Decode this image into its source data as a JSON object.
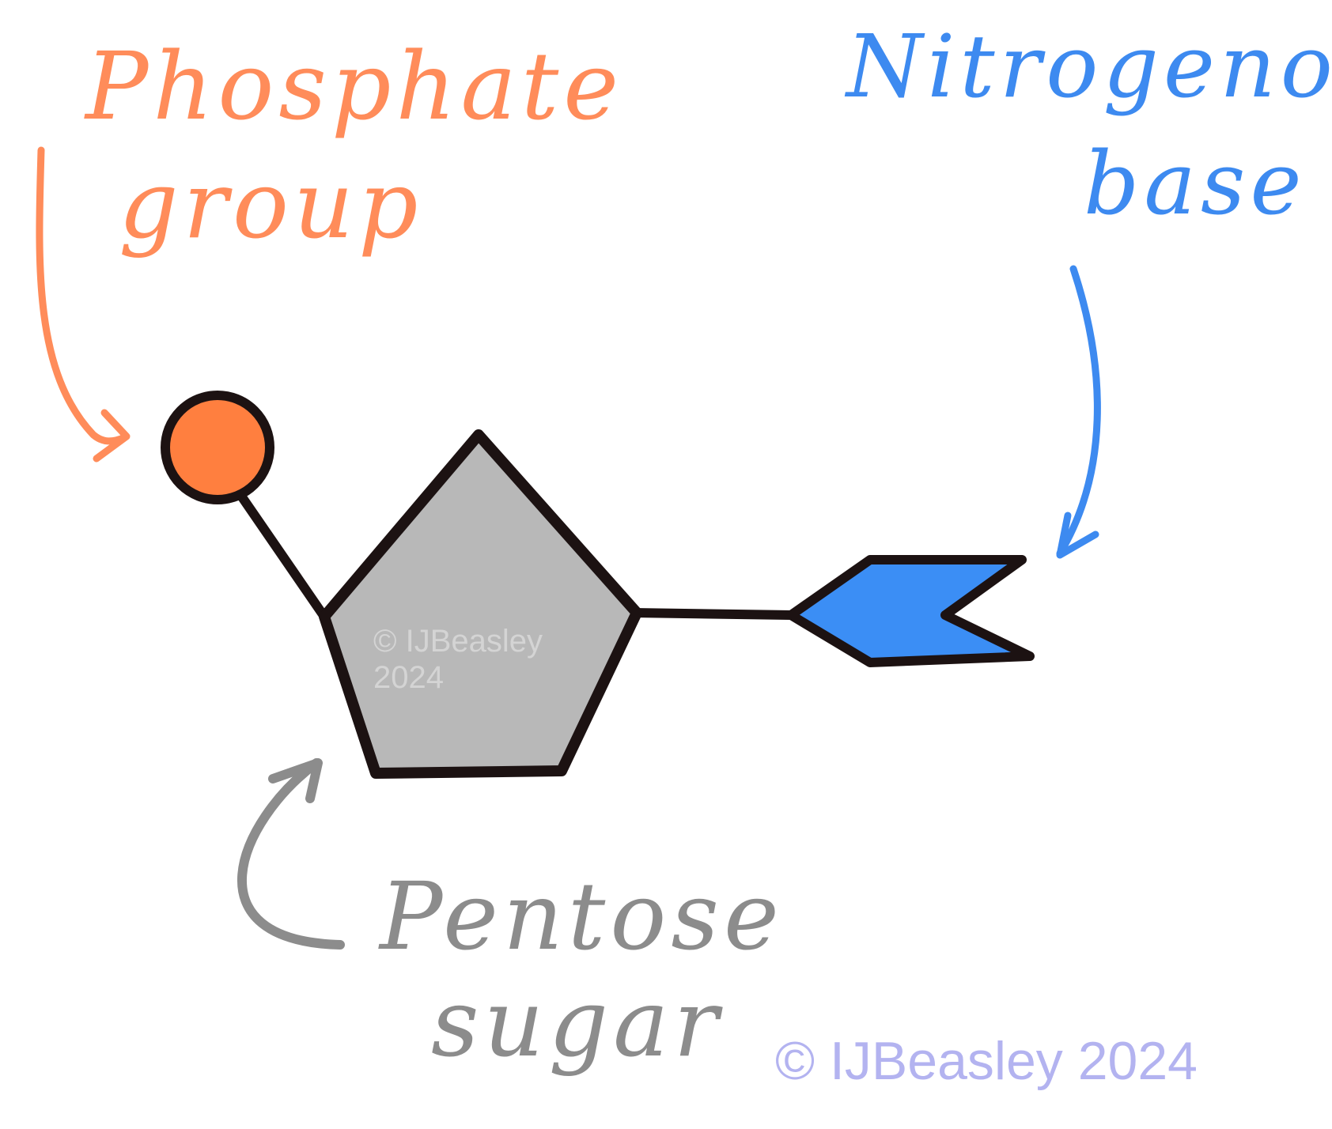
{
  "labels": {
    "phosphate": [
      "Phosphate",
      "group"
    ],
    "base": [
      "Nitrogenous",
      "base"
    ],
    "sugar": [
      "Pentose",
      "sugar"
    ]
  },
  "watermark": [
    "© IJBeasley",
    "2024"
  ],
  "copyright": "© IJBeasley 2024",
  "colors": {
    "phosphate": "#ff7f3f",
    "phosphate_label": "#ff8c5a",
    "base": "#3b8ef5",
    "base_label": "#3d8af0",
    "sugar_fill": "#b8b8b8",
    "sugar_label": "#8c8c8c",
    "outline": "#1c1212",
    "copyright": "#b3b3f0",
    "watermark": "#d8d8d8"
  }
}
